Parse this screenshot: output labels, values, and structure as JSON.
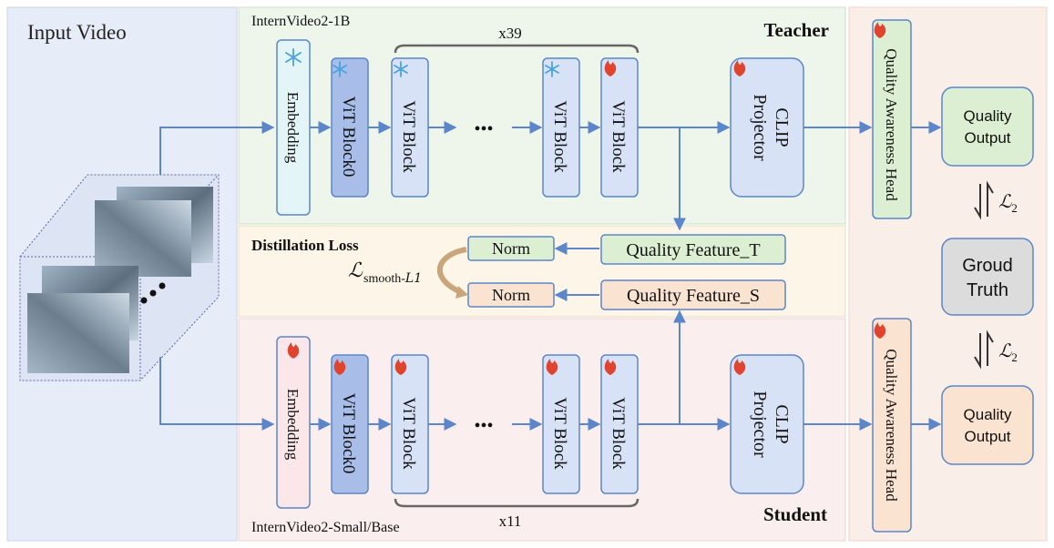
{
  "input": {
    "title": "Input Video"
  },
  "teacher": {
    "model_name": "InternVideo2-1B",
    "role_label": "Teacher",
    "repeat_label": "x39",
    "embedding": "Embedding",
    "vit_block0": "ViT Block0",
    "vit_block": "ViT Block",
    "ellipsis": "•••",
    "clip_line1": "CLIP",
    "clip_line2": "Projector",
    "qa_head": "Quality Awareness Head",
    "output_line1": "Quality",
    "output_line2": "Output"
  },
  "student": {
    "model_name": "InternVideo2-Small/Base",
    "role_label": "Student",
    "repeat_label": "x11",
    "embedding": "Embedding",
    "vit_block0": "ViT Block0",
    "vit_block": "ViT Block",
    "ellipsis": "•••",
    "clip_line1": "CLIP",
    "clip_line2": "Projector",
    "qa_head": "Quality Awareness Head",
    "output_line1": "Quality",
    "output_line2": "Output"
  },
  "distillation": {
    "title": "Distillation Loss",
    "feature_t": "Quality Feature_T",
    "feature_s": "Quality Feature_S",
    "norm": "Norm",
    "loss_main": "ℒ",
    "loss_sub": "smooth-",
    "loss_sub_italic": "L1"
  },
  "ground_truth": {
    "line1": "Groud",
    "line2": "Truth"
  },
  "loss_label": {
    "symbol": "ℒ",
    "sub": "2"
  },
  "colors": {
    "teacher_bg": "#eef6ec",
    "student_bg": "#fbeeee",
    "distill_bg": "#fdf6e8",
    "input_bg": "#e6ecf8",
    "right_bg": "#faeee9",
    "block_fill": "#d7e2f7",
    "block0_fill": "#a8bde8",
    "arrow": "#5b86c9",
    "green_box": "#dcefd2",
    "orange_box": "#fbe3d2"
  },
  "icons": {
    "frozen": "snowflake-icon",
    "trainable": "flame-icon"
  }
}
